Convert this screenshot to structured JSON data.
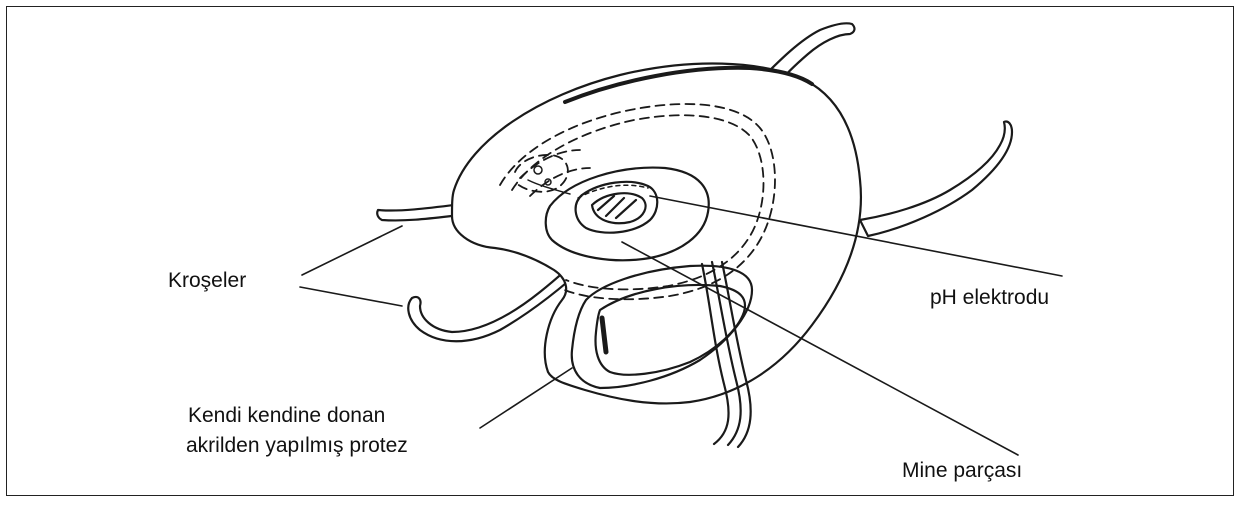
{
  "diagram": {
    "subject": "Intraoral device: self-curing acrylic denture carrying a pH electrode and an enamel fragment",
    "labels": {
      "clasps": "Kroşeler",
      "ph_electrode": "pH elektrodu",
      "prosthesis_line1": "Kendi kendine donan",
      "prosthesis_line2": "akrilden yapılmış protez",
      "enamel": "Mine parçası"
    },
    "line_color": "#1a1a1a"
  }
}
